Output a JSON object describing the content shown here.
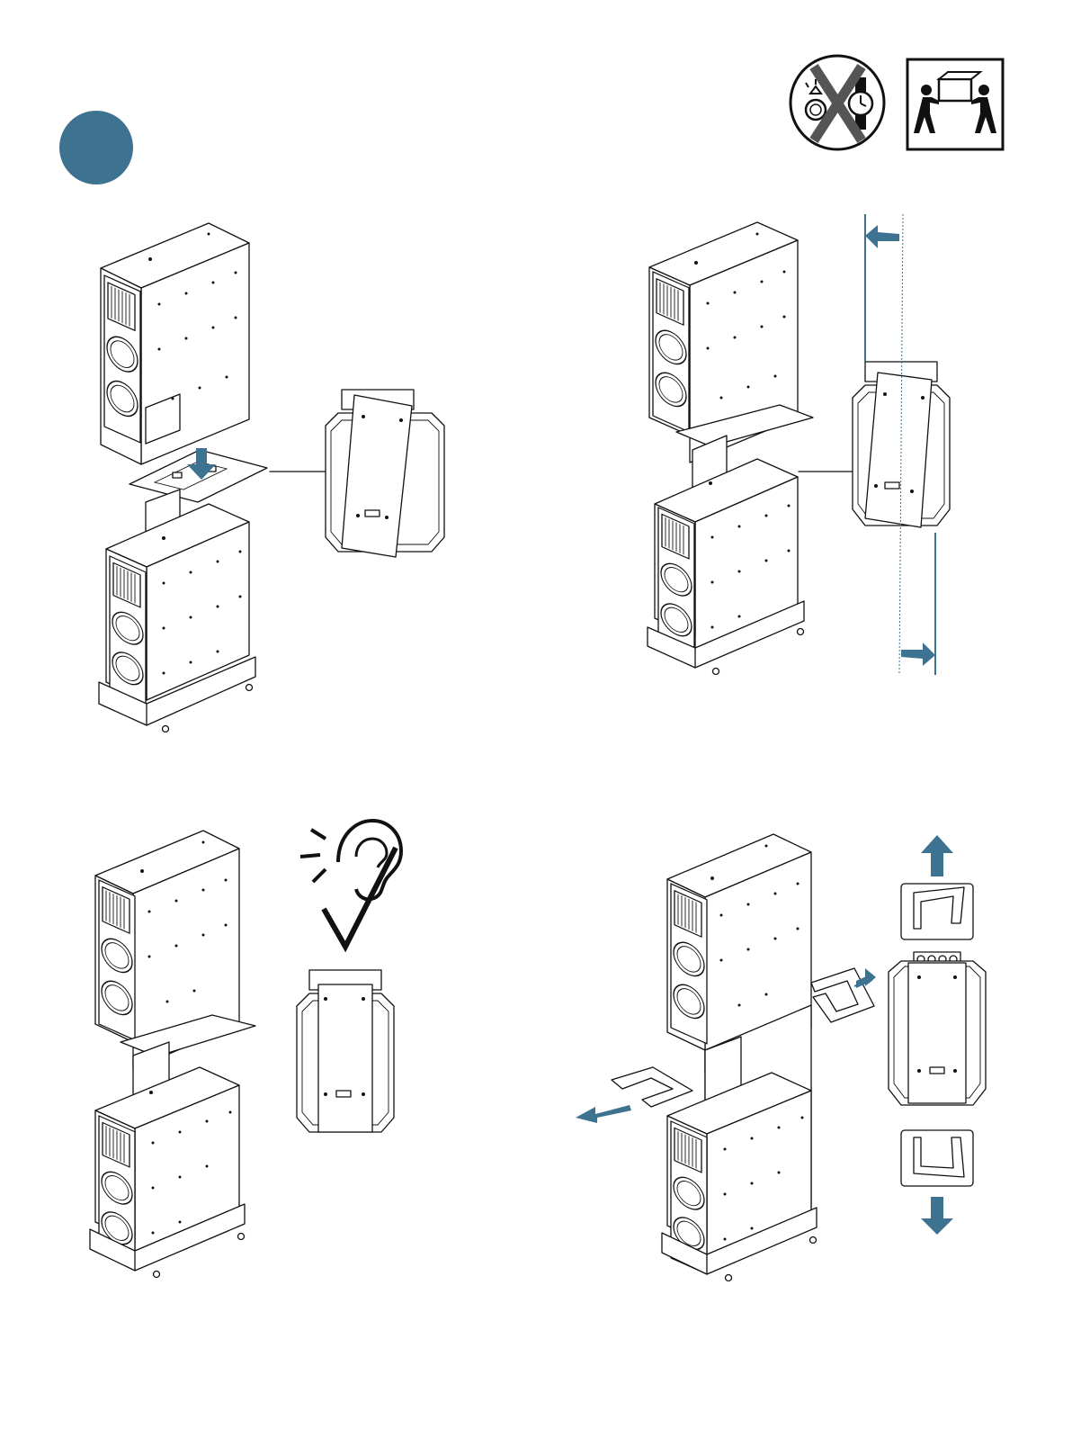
{
  "step": {
    "number_label": "",
    "badge_color": "#3d7390"
  },
  "accent_color": "#3d7390",
  "icons": {
    "no_jewelry": "no-jewelry-watch-icon",
    "two_person_lift": "two-person-lift-icon",
    "listen": "ear-listen-icon",
    "check": "checkmark-icon",
    "arrow": "arrow-icon"
  },
  "panels": [
    {
      "id": "place-upper-cabinet",
      "detail": "top-view-detail"
    },
    {
      "id": "align-cabinets",
      "detail": "alignment-detail"
    },
    {
      "id": "listen-click",
      "detail": "engaged-detail"
    },
    {
      "id": "remove-guides",
      "detail": "guide-removal-detail"
    }
  ]
}
